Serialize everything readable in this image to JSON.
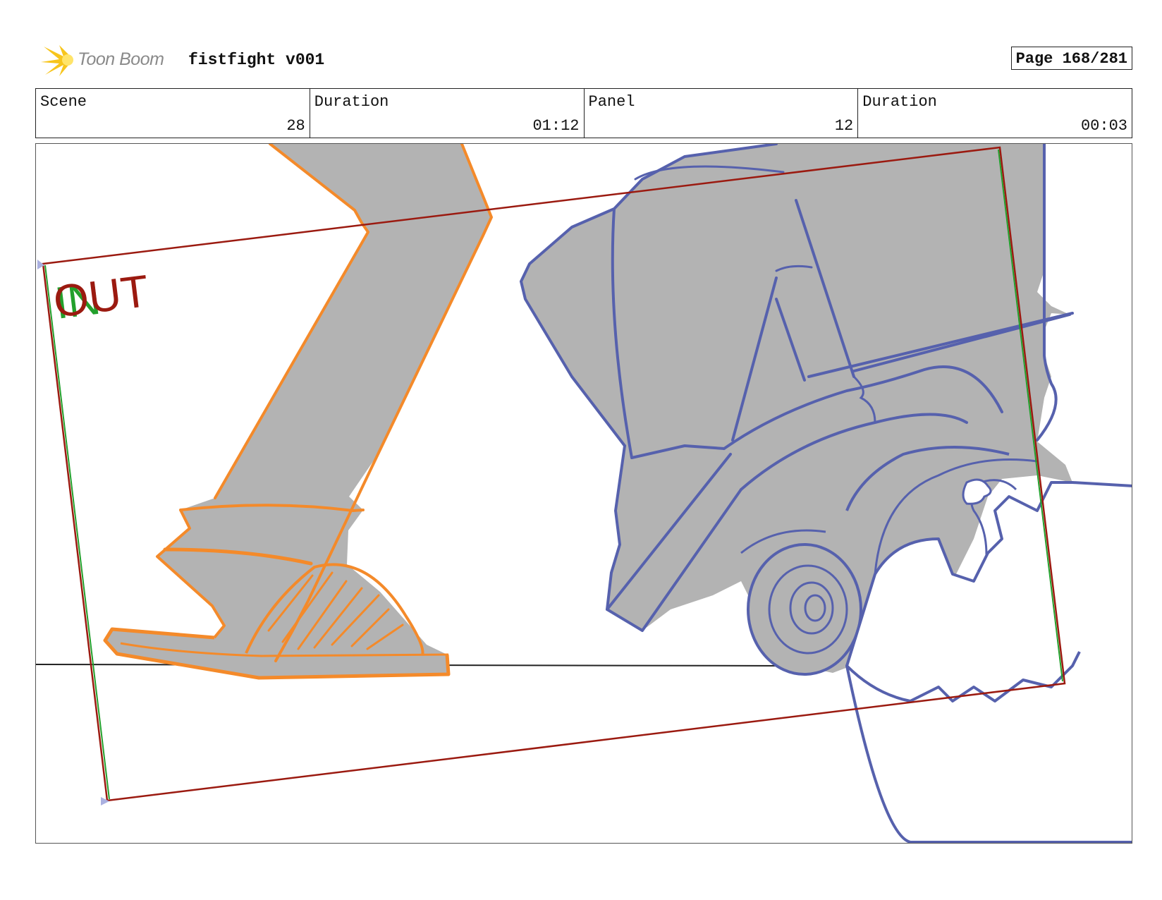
{
  "header": {
    "logo_text": "Toon Boom",
    "project_title": "fistfight v001",
    "page_label": "Page 168/281"
  },
  "info": {
    "scene_label": "Scene",
    "scene_value": "28",
    "duration_label": "Duration",
    "duration_value": "01:12",
    "panel_label": "Panel",
    "panel_value": "12",
    "panel_duration_label": "Duration",
    "panel_duration_value": "00:03"
  },
  "panel": {
    "in_marker": "IN",
    "out_marker": "OUT",
    "colors": {
      "camera_frame": "#9b1a10",
      "in_marker": "#23a02c",
      "leg_outline": "#f48a2a",
      "fill_gray": "#b3b3b3",
      "car_outline": "#5661ad"
    }
  }
}
